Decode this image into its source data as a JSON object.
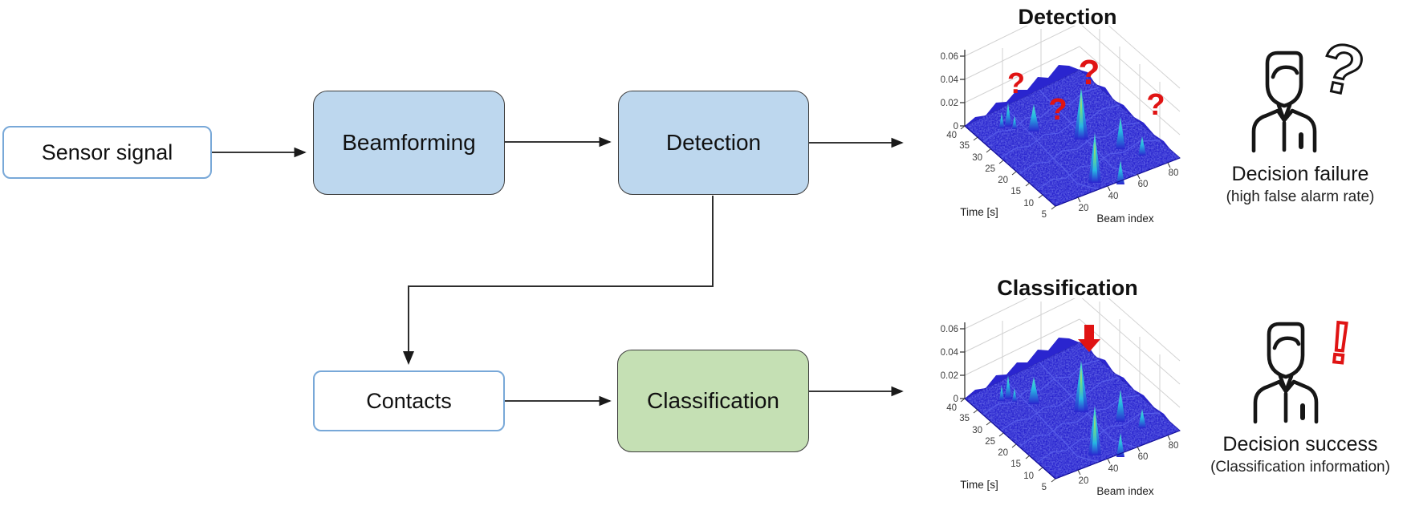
{
  "flow": {
    "nodes": [
      {
        "id": "sensor",
        "label": "Sensor signal",
        "style": "outline"
      },
      {
        "id": "beamforming",
        "label": "Beamforming",
        "style": "blue"
      },
      {
        "id": "detection",
        "label": "Detection",
        "style": "blue"
      },
      {
        "id": "contacts",
        "label": "Contacts",
        "style": "outline"
      },
      {
        "id": "classification",
        "label": "Classification",
        "style": "green"
      }
    ]
  },
  "plots": {
    "axes": {
      "z_ticks": [
        "0.06",
        "0.04",
        "0.02",
        "0"
      ],
      "time_ticks": [
        "40",
        "35",
        "30",
        "25",
        "20",
        "15",
        "10",
        "5"
      ],
      "beam_ticks": [
        "20",
        "40",
        "60",
        "80"
      ],
      "time_label": "Time [s]",
      "beam_label": "Beam index"
    },
    "detection": {
      "title": "Detection",
      "annotations": [
        "?",
        "?",
        "?",
        "?"
      ],
      "annotation_meaning": "unresolved detections / false alarms"
    },
    "classification": {
      "title": "Classification",
      "annotation": "red-down-arrow-icon",
      "annotation_meaning": "classified target peak"
    }
  },
  "outcomes": {
    "failure": {
      "mark": "?",
      "title": "Decision failure",
      "subtitle": "(high false alarm rate)"
    },
    "success": {
      "mark": "!",
      "title": "Decision success",
      "subtitle": "(Classification information)"
    }
  },
  "colors": {
    "node_fill_blue": "#bdd7ee",
    "node_fill_green": "#c5e0b4",
    "node_border_dark": "#3b3b3b",
    "node_border_blue": "#78a8d8",
    "arrow": "#1a1a1a",
    "surface_blue": "#2a25cf",
    "peak_cyan": "#2ec6e0",
    "peak_yellow": "#e8e24a",
    "annotation_red": "#e01313",
    "grid_gray": "#d2d2d2"
  }
}
